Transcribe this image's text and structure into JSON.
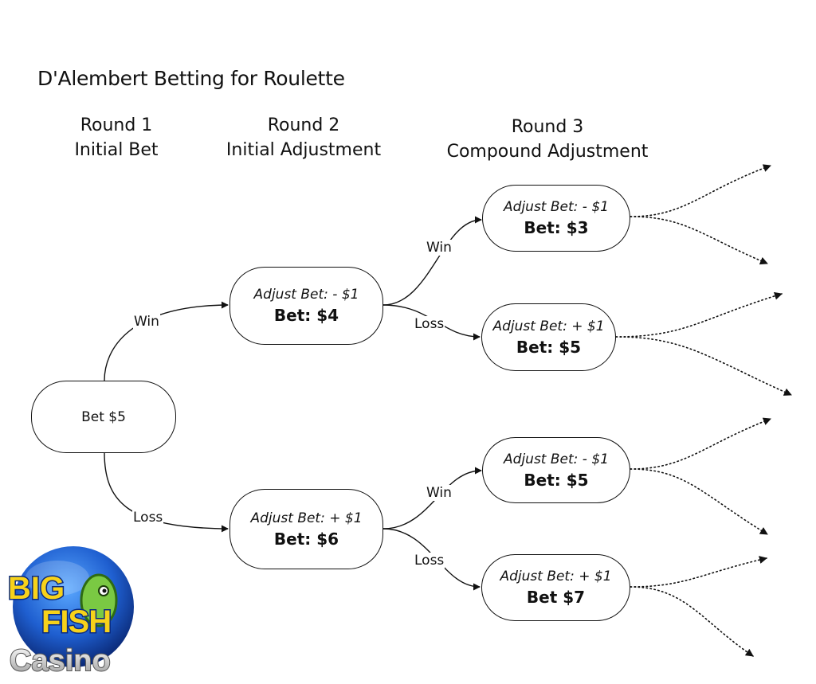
{
  "diagram": {
    "title": "D'Alembert Betting for Roulette",
    "columns": [
      {
        "line1": "Round 1",
        "line2": "Initial Bet"
      },
      {
        "line1": "Round 2",
        "line2": "Initial Adjustment"
      },
      {
        "line1": "Round 3",
        "line2": "Compound Adjustment"
      }
    ],
    "nodes": {
      "start": {
        "text": "Bet $5"
      },
      "r2_win": {
        "adjust": "Adjust Bet: - $1",
        "bet": "Bet: $4"
      },
      "r2_loss": {
        "adjust": "Adjust Bet: + $1",
        "bet": "Bet: $6"
      },
      "r3_win_win": {
        "adjust": "Adjust Bet: - $1",
        "bet": "Bet: $3"
      },
      "r3_win_loss": {
        "adjust": "Adjust Bet: + $1",
        "bet": "Bet: $5"
      },
      "r3_loss_win": {
        "adjust": "Adjust Bet: - $1",
        "bet": "Bet: $5"
      },
      "r3_loss_loss": {
        "adjust": "Adjust Bet: + $1",
        "bet": "Bet $7"
      }
    },
    "edge_labels": {
      "win": "Win",
      "loss": "Loss"
    }
  },
  "logo": {
    "word_top": "BIG",
    "word_middle": "FISH",
    "word_bottom": "Casino"
  },
  "colors": {
    "line": "#111111",
    "logo_blue": "#1f5fd0",
    "logo_yellow": "#f7d21a",
    "logo_green": "#7ac943"
  }
}
